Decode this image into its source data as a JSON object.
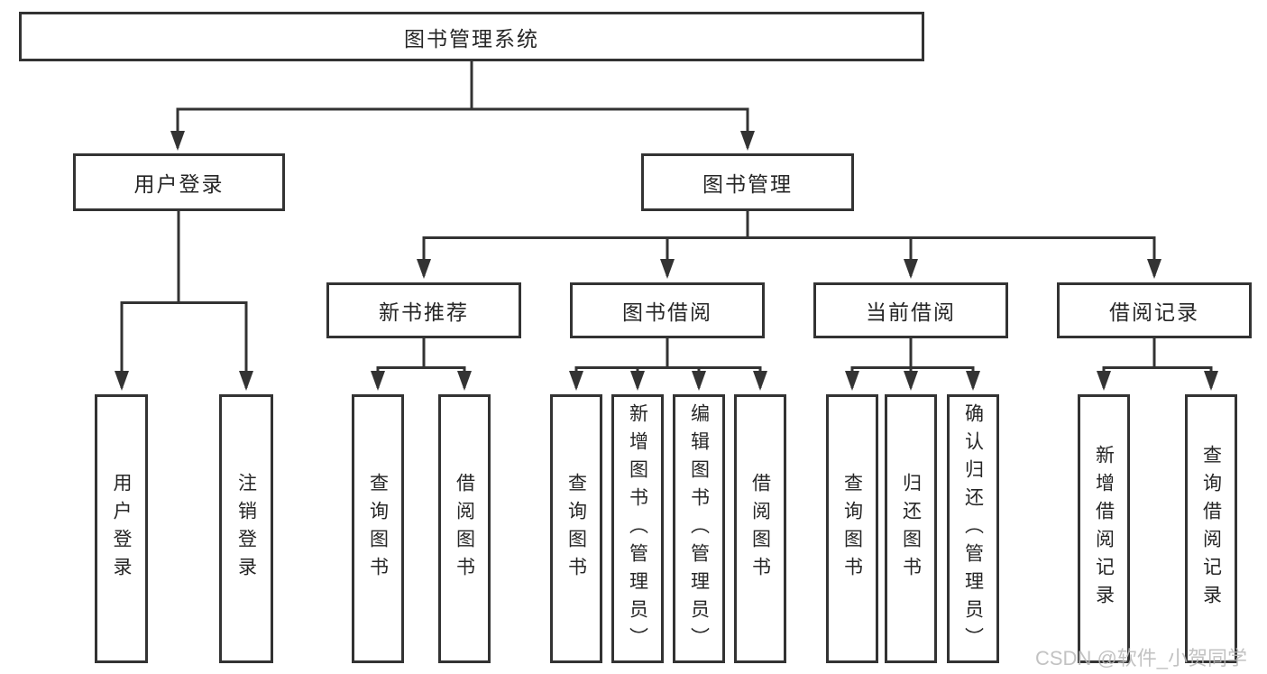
{
  "tree": {
    "root": "图书管理系统",
    "left": {
      "label": "用户登录",
      "leaves": [
        "用户登录",
        "注销登录"
      ]
    },
    "right": {
      "label": "图书管理",
      "groups": [
        {
          "label": "新书推荐",
          "leaves": [
            "查询图书",
            "借阅图书"
          ]
        },
        {
          "label": "图书借阅",
          "leaves": [
            "查询图书",
            "新增图书（管理员）",
            "编辑图书（管理员）",
            "借阅图书"
          ]
        },
        {
          "label": "当前借阅",
          "leaves": [
            "查询图书",
            "归还图书",
            "确认归还（管理员）"
          ]
        },
        {
          "label": "借阅记录",
          "leaves": [
            "新增借阅记录",
            "查询借阅记录"
          ]
        }
      ]
    }
  },
  "watermark": "CSDN @软件_小贺同学",
  "colors": {
    "line": "#333333",
    "text": "#262626",
    "watermark": "#b8b8b8",
    "background": "#ffffff"
  }
}
